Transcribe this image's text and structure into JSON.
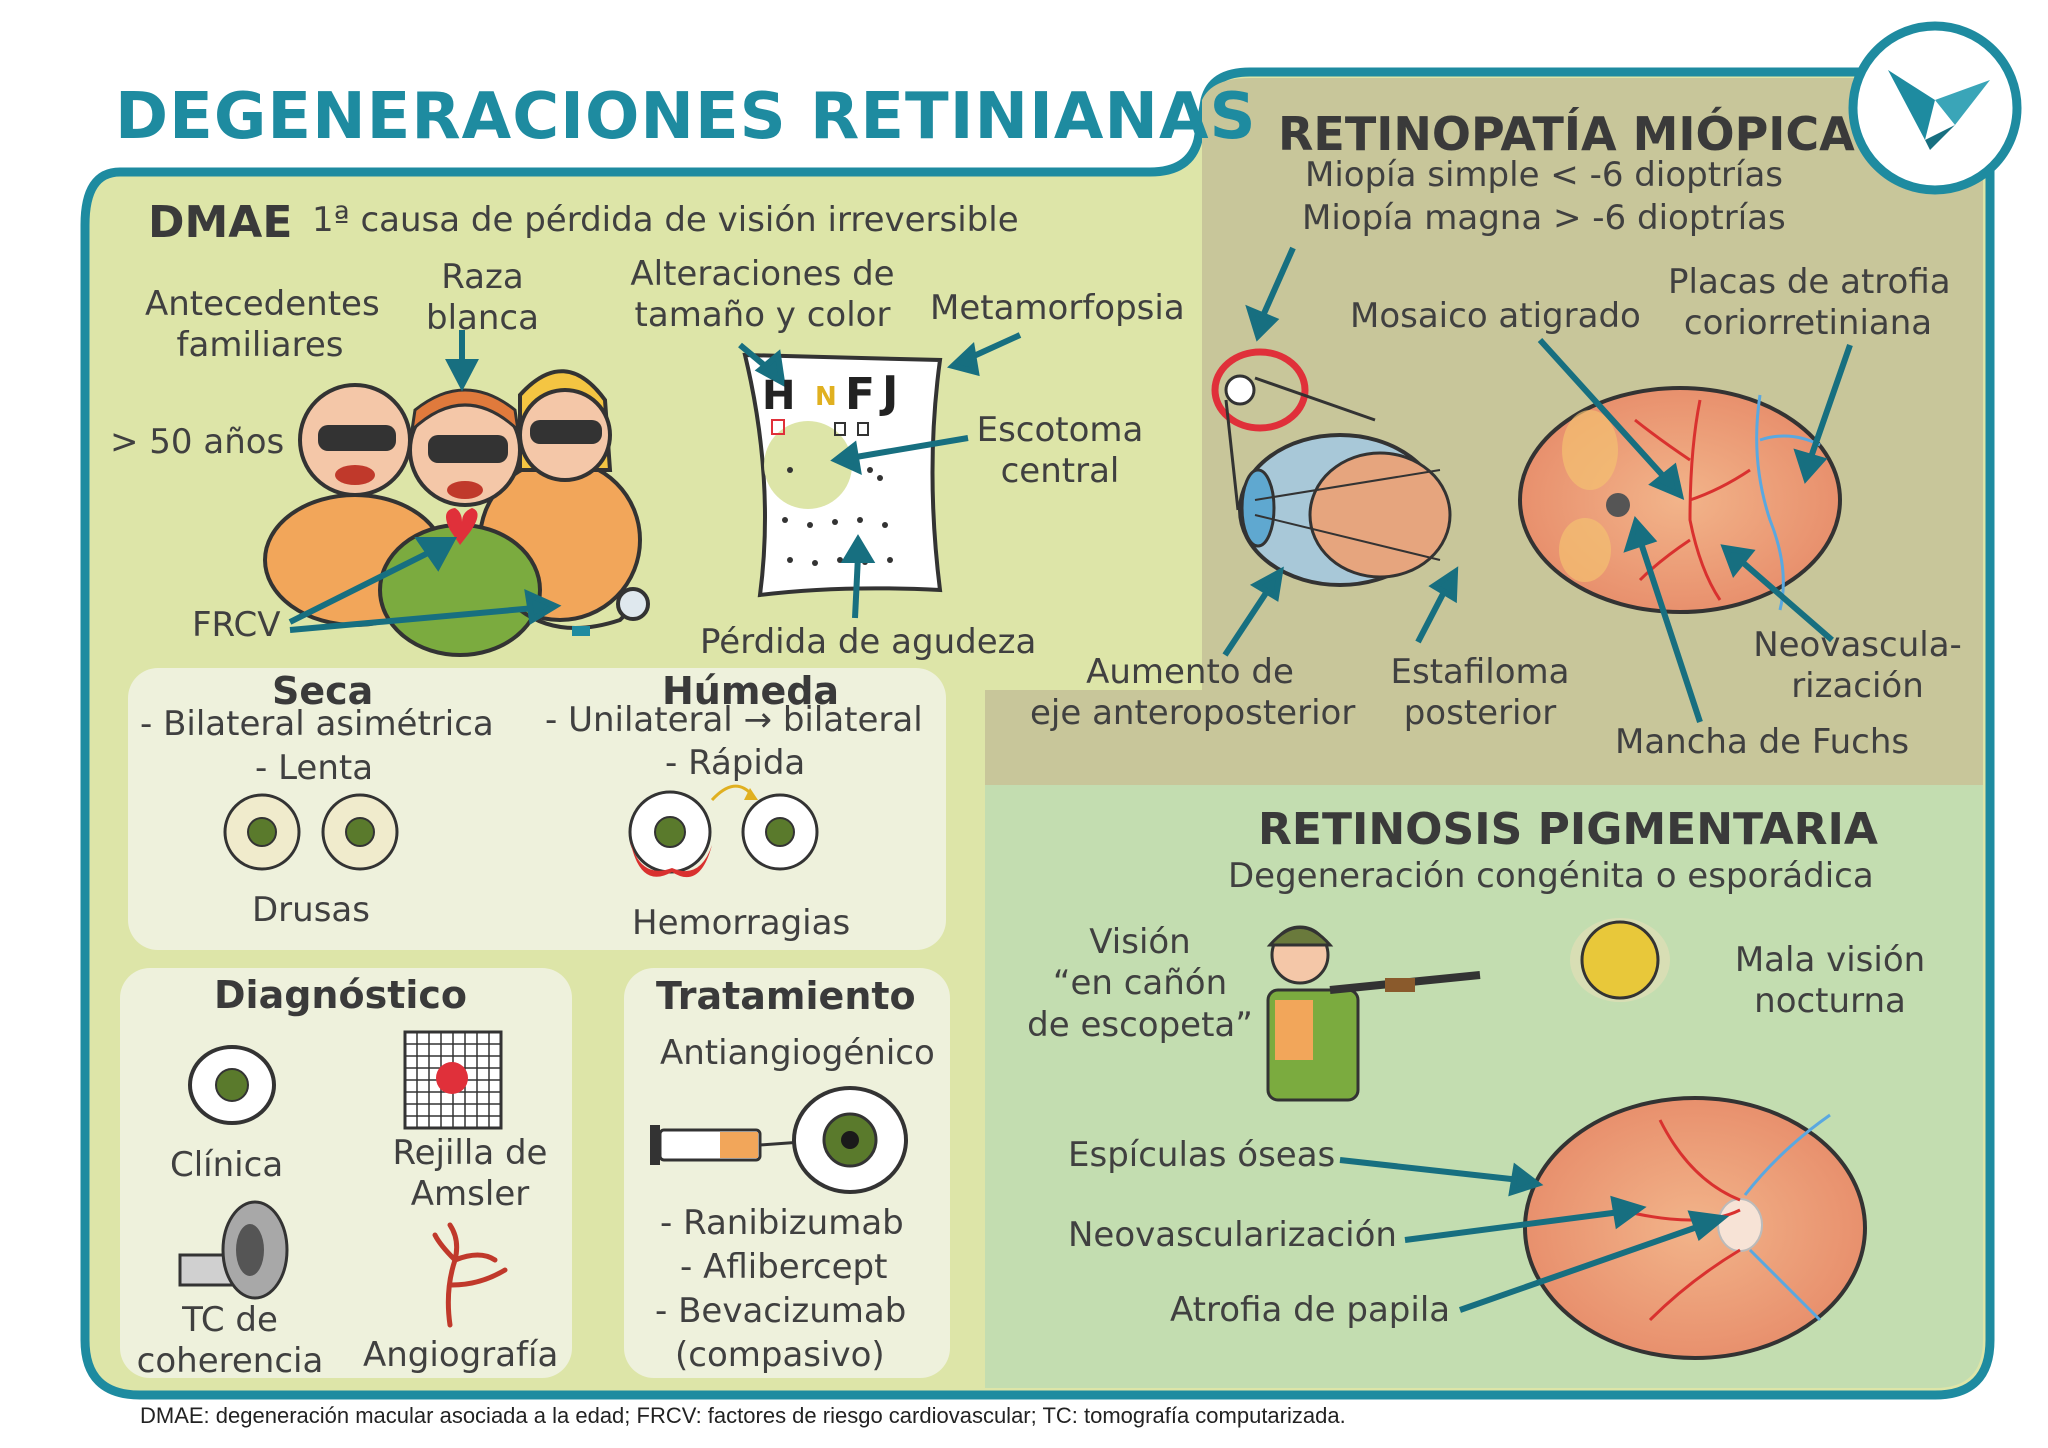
{
  "title": "DEGENERACIONES RETINIANAS",
  "dmae": {
    "heading": "DMAE",
    "subtitle": "1ª causa de pérdida de visión irreversible",
    "risk_antecedentes": [
      "Antecedentes",
      "familiares"
    ],
    "risk_raza": [
      "Raza",
      "blanca"
    ],
    "risk_edad": "> 50 años",
    "risk_frcv": "FRCV",
    "symptom_alteraciones": [
      "Alteraciones de",
      "tamaño y color"
    ],
    "symptom_metamorfopsia": "Metamorfopsia",
    "symptom_escotoma": [
      "Escotoma",
      "central"
    ],
    "symptom_agudeza": "Pérdida de agudeza",
    "chart_letters": [
      "H",
      "N",
      "F",
      "J"
    ],
    "seca": {
      "title": "Seca",
      "line1": "- Bilateral asimétrica",
      "line2": "- Lenta",
      "caption": "Drusas"
    },
    "humeda": {
      "title": "Húmeda",
      "line1": "- Unilateral → bilateral",
      "line2": "- Rápida",
      "caption": "Hemorragias"
    },
    "diagnostico": {
      "title": "Diagnóstico",
      "clinica": "Clínica",
      "rejilla": [
        "Rejilla de",
        "Amsler"
      ],
      "tc": [
        "TC de",
        "coherencia"
      ],
      "angiografia": "Angiografía"
    },
    "tratamiento": {
      "title": "Tratamiento",
      "subtitle": "Antiangiogénico",
      "drugs": [
        "- Ranibizumab",
        "- Aflibercept",
        "- Bevacizumab",
        "(compasivo)"
      ]
    }
  },
  "miopica": {
    "title": "RETINOPATÍA MIÓPICA",
    "line1": "Miopía simple < -6 dioptrías",
    "line2": "Miopía magna > -6 dioptrías",
    "mosaico": "Mosaico atigrado",
    "placas": [
      "Placas de atrofia",
      "coriorretiniana"
    ],
    "aumento": [
      "Aumento de",
      "eje anteroposterior"
    ],
    "estafiloma": [
      "Estafiloma",
      "posterior"
    ],
    "neovasc": [
      "Neovascula-",
      "rización"
    ],
    "fuchs": "Mancha de Fuchs"
  },
  "pigmentaria": {
    "title": "RETINOSIS PIGMENTARIA",
    "subtitle": "Degeneración congénita o esporádica",
    "vision": [
      "Visión",
      "“en cañón",
      "de escopeta”"
    ],
    "nocturna": [
      "Mala visión",
      "nocturna"
    ],
    "espiculas": "Espículas óseas",
    "neovasc": "Neovascularización",
    "atrofia": "Atrofia de papila"
  },
  "footnote": "DMAE: degeneración macular asociada a la edad; FRCV: factores de riesgo cardiovascular; TC: tomografía computarizada.",
  "colors": {
    "teal": "#1e8ba0",
    "dmae_bg": "#dde5a8",
    "miopica_bg": "#c8c69a",
    "pigmentaria_bg": "#c3ddb0",
    "inner_box": "#eef1dc"
  },
  "icons": [
    "bird-logo-icon",
    "people-icon",
    "eye-chart-icon",
    "myopic-eye-icon",
    "fundus-icon",
    "hunter-icon",
    "moon-icon",
    "syringe-icon",
    "oct-machine-icon",
    "amsler-grid-icon",
    "angiography-icon"
  ]
}
